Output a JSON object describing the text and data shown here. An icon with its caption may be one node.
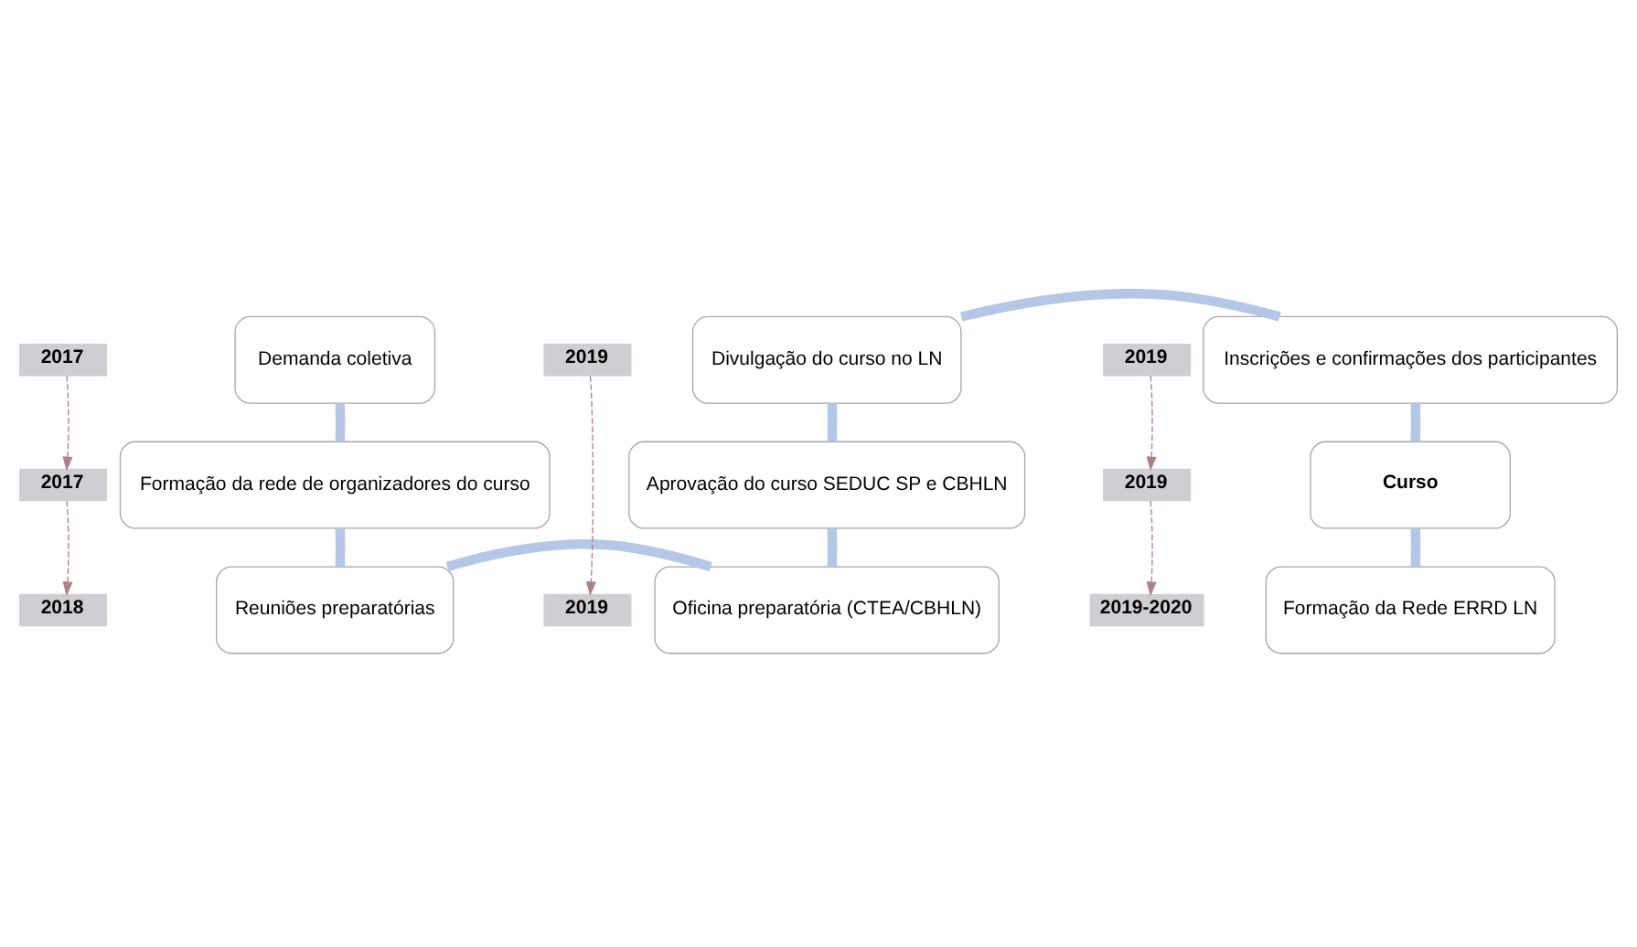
{
  "diagram": {
    "nodes": [
      {
        "text": [
          "2017"
        ]
      },
      {
        "text": [
          "Demanda coletiva"
        ]
      },
      {
        "text": [
          "2017"
        ]
      },
      {
        "text": [
          "Formação da rede de organizadores do curso"
        ]
      },
      {
        "text": [
          "2018"
        ]
      },
      {
        "text": [
          "Reuniões preparatórias"
        ]
      },
      {
        "text": [
          "2019"
        ]
      },
      {
        "text": [
          "Divulgação do curso no LN"
        ]
      },
      {
        "text": [
          "Aprovação do curso SEDUC SP e CBHLN"
        ]
      },
      {
        "text": [
          "2019"
        ]
      },
      {
        "text": [
          "Oficina preparatória (CTEA/CBHLN)"
        ]
      },
      {
        "text": [
          "2019"
        ]
      },
      {
        "text": [
          "Inscrições e confirmações dos participantes"
        ]
      },
      {
        "text": [
          "2019"
        ]
      },
      {
        "text": [
          "Curso"
        ]
      },
      {
        "text": [
          "2019-2020"
        ]
      },
      {
        "text": [
          "Formação da Rede ERRD LN"
        ]
      }
    ],
    "edges": [
      {
        "from": 1,
        "to": 3,
        "arrow": "none"
      },
      {
        "from": 3,
        "to": 5,
        "arrow": "none"
      },
      {
        "from": 5,
        "to": 10,
        "arrow": "none"
      },
      {
        "from": 10,
        "to": 8,
        "arrow": "none"
      },
      {
        "from": 8,
        "to": 7,
        "arrow": "none"
      },
      {
        "from": 7,
        "to": 12,
        "arrow": "none"
      },
      {
        "from": 12,
        "to": 14,
        "arrow": "none"
      },
      {
        "from": 14,
        "to": 16,
        "arrow": "none"
      },
      {
        "from": 0,
        "to": 2,
        "arrow": "to",
        "style": "dashed",
        "color": "#b08080"
      },
      {
        "from": 2,
        "to": 4,
        "arrow": "to",
        "style": "dashed",
        "color": "#b08080"
      },
      {
        "from": 6,
        "to": 9,
        "arrow": "to",
        "style": "dashed",
        "color": "#b08080"
      },
      {
        "from": 11,
        "to": 13,
        "arrow": "to",
        "style": "dashed",
        "color": "#b08080"
      },
      {
        "from": 13,
        "to": 15,
        "arrow": "to",
        "style": "dashed",
        "color": "#b08080"
      }
    ]
  }
}
